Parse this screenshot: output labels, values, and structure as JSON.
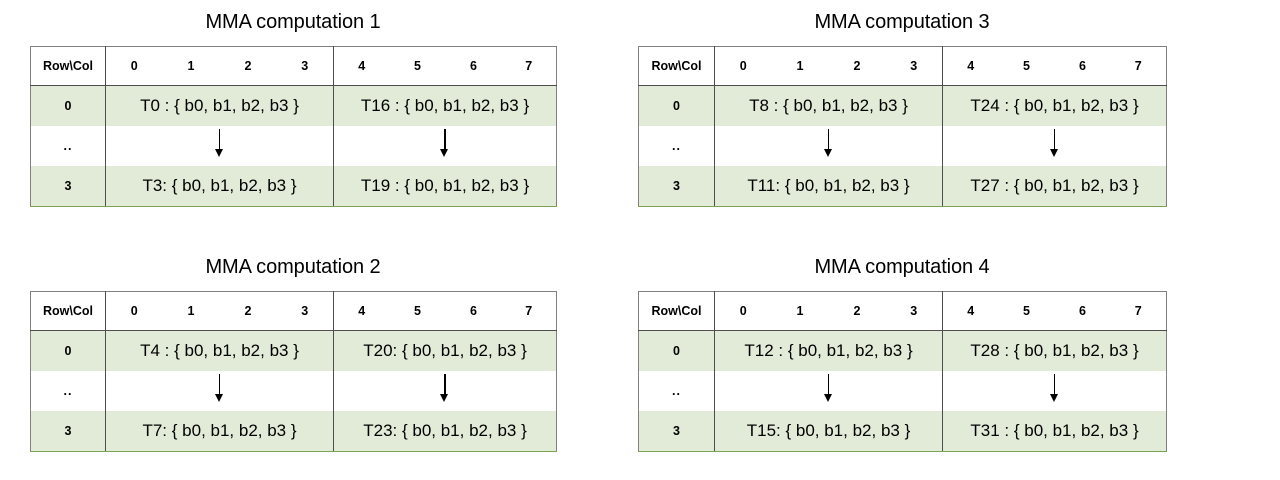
{
  "figure": {
    "column_header_label": "Row\\Col",
    "columns_group_a": [
      "0",
      "1",
      "2",
      "3"
    ],
    "columns_group_b": [
      "4",
      "5",
      "6",
      "7"
    ],
    "row_labels": [
      "0",
      "..",
      "3"
    ],
    "arrow_icon": "down-arrow-icon",
    "colors": {
      "row_highlight": "#e2ebd8",
      "row_plain": "#ffffff",
      "grid_dark": "#4d4d4d",
      "grid_light": "#808080",
      "bottom_rule_green": "#7aa352",
      "text": "#000000"
    }
  },
  "panels": [
    {
      "id": "panel-1",
      "title": "MMA computation 1",
      "group_a": {
        "first": "T0 : { b0, b1, b2, b3 }",
        "last": "T3: { b0, b1, b2, b3 }"
      },
      "group_b": {
        "first": "T16 : { b0, b1, b2, b3 }",
        "last": "T19 : { b0, b1, b2, b3 }"
      }
    },
    {
      "id": "panel-2",
      "title": "MMA computation 2",
      "group_a": {
        "first": "T4 : { b0, b1, b2, b3 }",
        "last": "T7: { b0, b1, b2, b3 }"
      },
      "group_b": {
        "first": "T20: { b0, b1, b2, b3 }",
        "last": "T23: { b0, b1, b2, b3 }"
      }
    },
    {
      "id": "panel-3",
      "title": "MMA computation 3",
      "group_a": {
        "first": "T8 : { b0, b1, b2, b3 }",
        "last": "T11: { b0, b1, b2, b3 }"
      },
      "group_b": {
        "first": "T24 : { b0, b1, b2, b3 }",
        "last": "T27 : { b0, b1, b2, b3 }"
      }
    },
    {
      "id": "panel-4",
      "title": "MMA computation 4",
      "group_a": {
        "first": "T12 : { b0, b1, b2, b3 }",
        "last": "T15: { b0, b1, b2, b3 }"
      },
      "group_b": {
        "first": "T28 : { b0, b1, b2, b3 }",
        "last": "T31 : { b0, b1, b2, b3 }"
      }
    }
  ]
}
